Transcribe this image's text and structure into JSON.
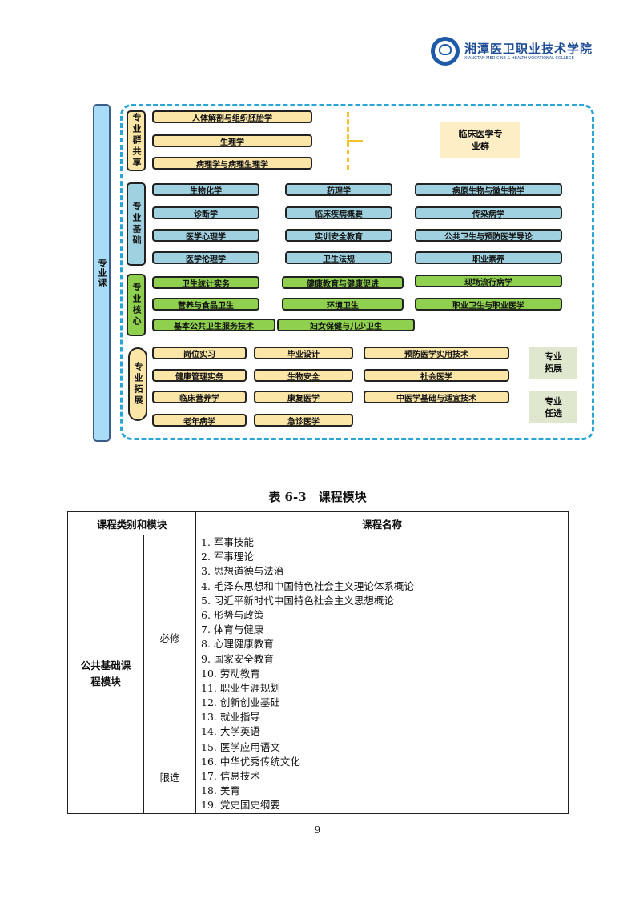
{
  "header": {
    "school_name_cn": "湘潭医卫职业技术学院",
    "school_name_en": "XIANGTAN MEDICINE & HEALTH VOCATIONAL COLLEGE"
  },
  "diagram": {
    "main_label": "专业课",
    "cluster_tag": "临床医学专业群",
    "groups": {
      "shared": {
        "label": "专业群共享",
        "items": [
          "人体解剖与组织胚胎学",
          "生理学",
          "病理学与病理生理学"
        ]
      },
      "foundation": {
        "label": "专业基础",
        "items": [
          "生物化学",
          "药理学",
          "病原生物与微生物学",
          "诊断学",
          "临床疾病概要",
          "传染病学",
          "医学心理学",
          "实训安全教育",
          "公共卫生与预防医学导论",
          "医学伦理学",
          "卫生法规",
          "职业素养"
        ]
      },
      "core": {
        "label": "专业核心",
        "items": [
          "卫生统计实务",
          "健康教育与健康促进",
          "现场流行病学",
          "营养与食品卫生",
          "环境卫生",
          "职业卫生与职业医学",
          "基本公共卫生服务技术",
          "妇女保健与儿少卫生"
        ]
      },
      "extension": {
        "label": "专业拓展",
        "items": [
          "岗位实习",
          "毕业设计",
          "预防医学实用技术",
          "健康管理实务",
          "生物安全",
          "社会医学",
          "临床营养学",
          "康复医学",
          "中医学基础与适宜技术",
          "老年病学",
          "急诊医学"
        ]
      }
    },
    "side_tags": [
      "专业拓展",
      "专业任选"
    ]
  },
  "table": {
    "caption": "表 6-3　课程模块",
    "headers": [
      "课程类别和模块",
      "课程名称"
    ],
    "category": "公共基础课程模块",
    "required_label": "必修",
    "required": [
      "1. 军事技能",
      "2. 军事理论",
      "3. 思想道德与法治",
      "4. 毛泽东思想和中国特色社会主义理论体系概论",
      "5. 习近平新时代中国特色社会主义思想概论",
      "6. 形势与政策",
      "7. 体育与健康",
      "8. 心理健康教育",
      "9. 国家安全教育",
      "10. 劳动教育",
      "11. 职业生涯规划",
      "12. 创新创业基础",
      "13. 就业指导",
      "14. 大学英语"
    ],
    "limited_label": "限选",
    "limited": [
      "15.  医学应用语文",
      "16.  中华优秀传统文化",
      "17.  信息技术",
      "18.  美育",
      "19. 党史国史纲要"
    ]
  },
  "page_number": "9"
}
